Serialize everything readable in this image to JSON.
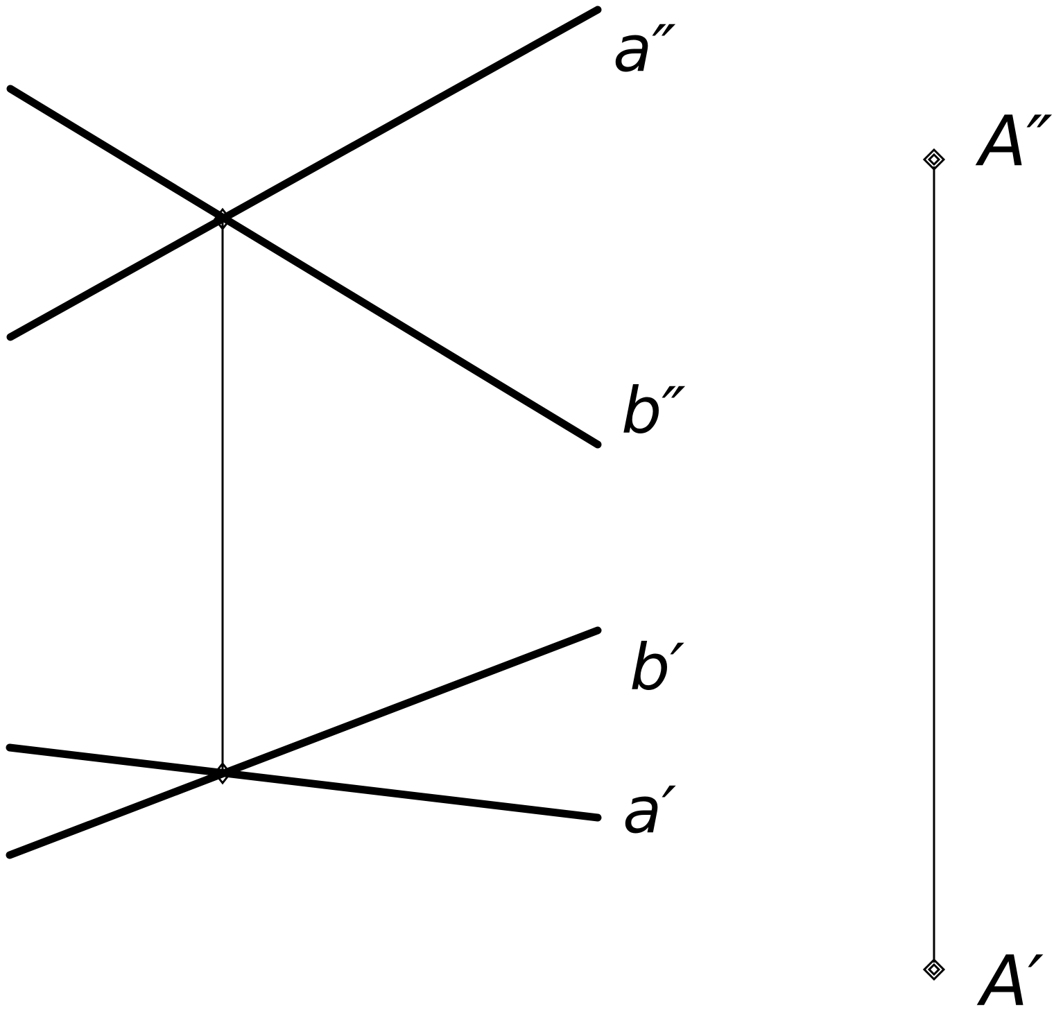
{
  "labels": {
    "a_frontal": "a″",
    "b_frontal": "b″",
    "b_horizontal": "b′",
    "a_horizontal": "a′",
    "A_frontal": "A″",
    "A_horizontal": "A′"
  },
  "colors": {
    "stroke": "#000000",
    "background": "#ffffff"
  },
  "icons": {
    "point_marker": "diamond-point-marker-icon"
  }
}
